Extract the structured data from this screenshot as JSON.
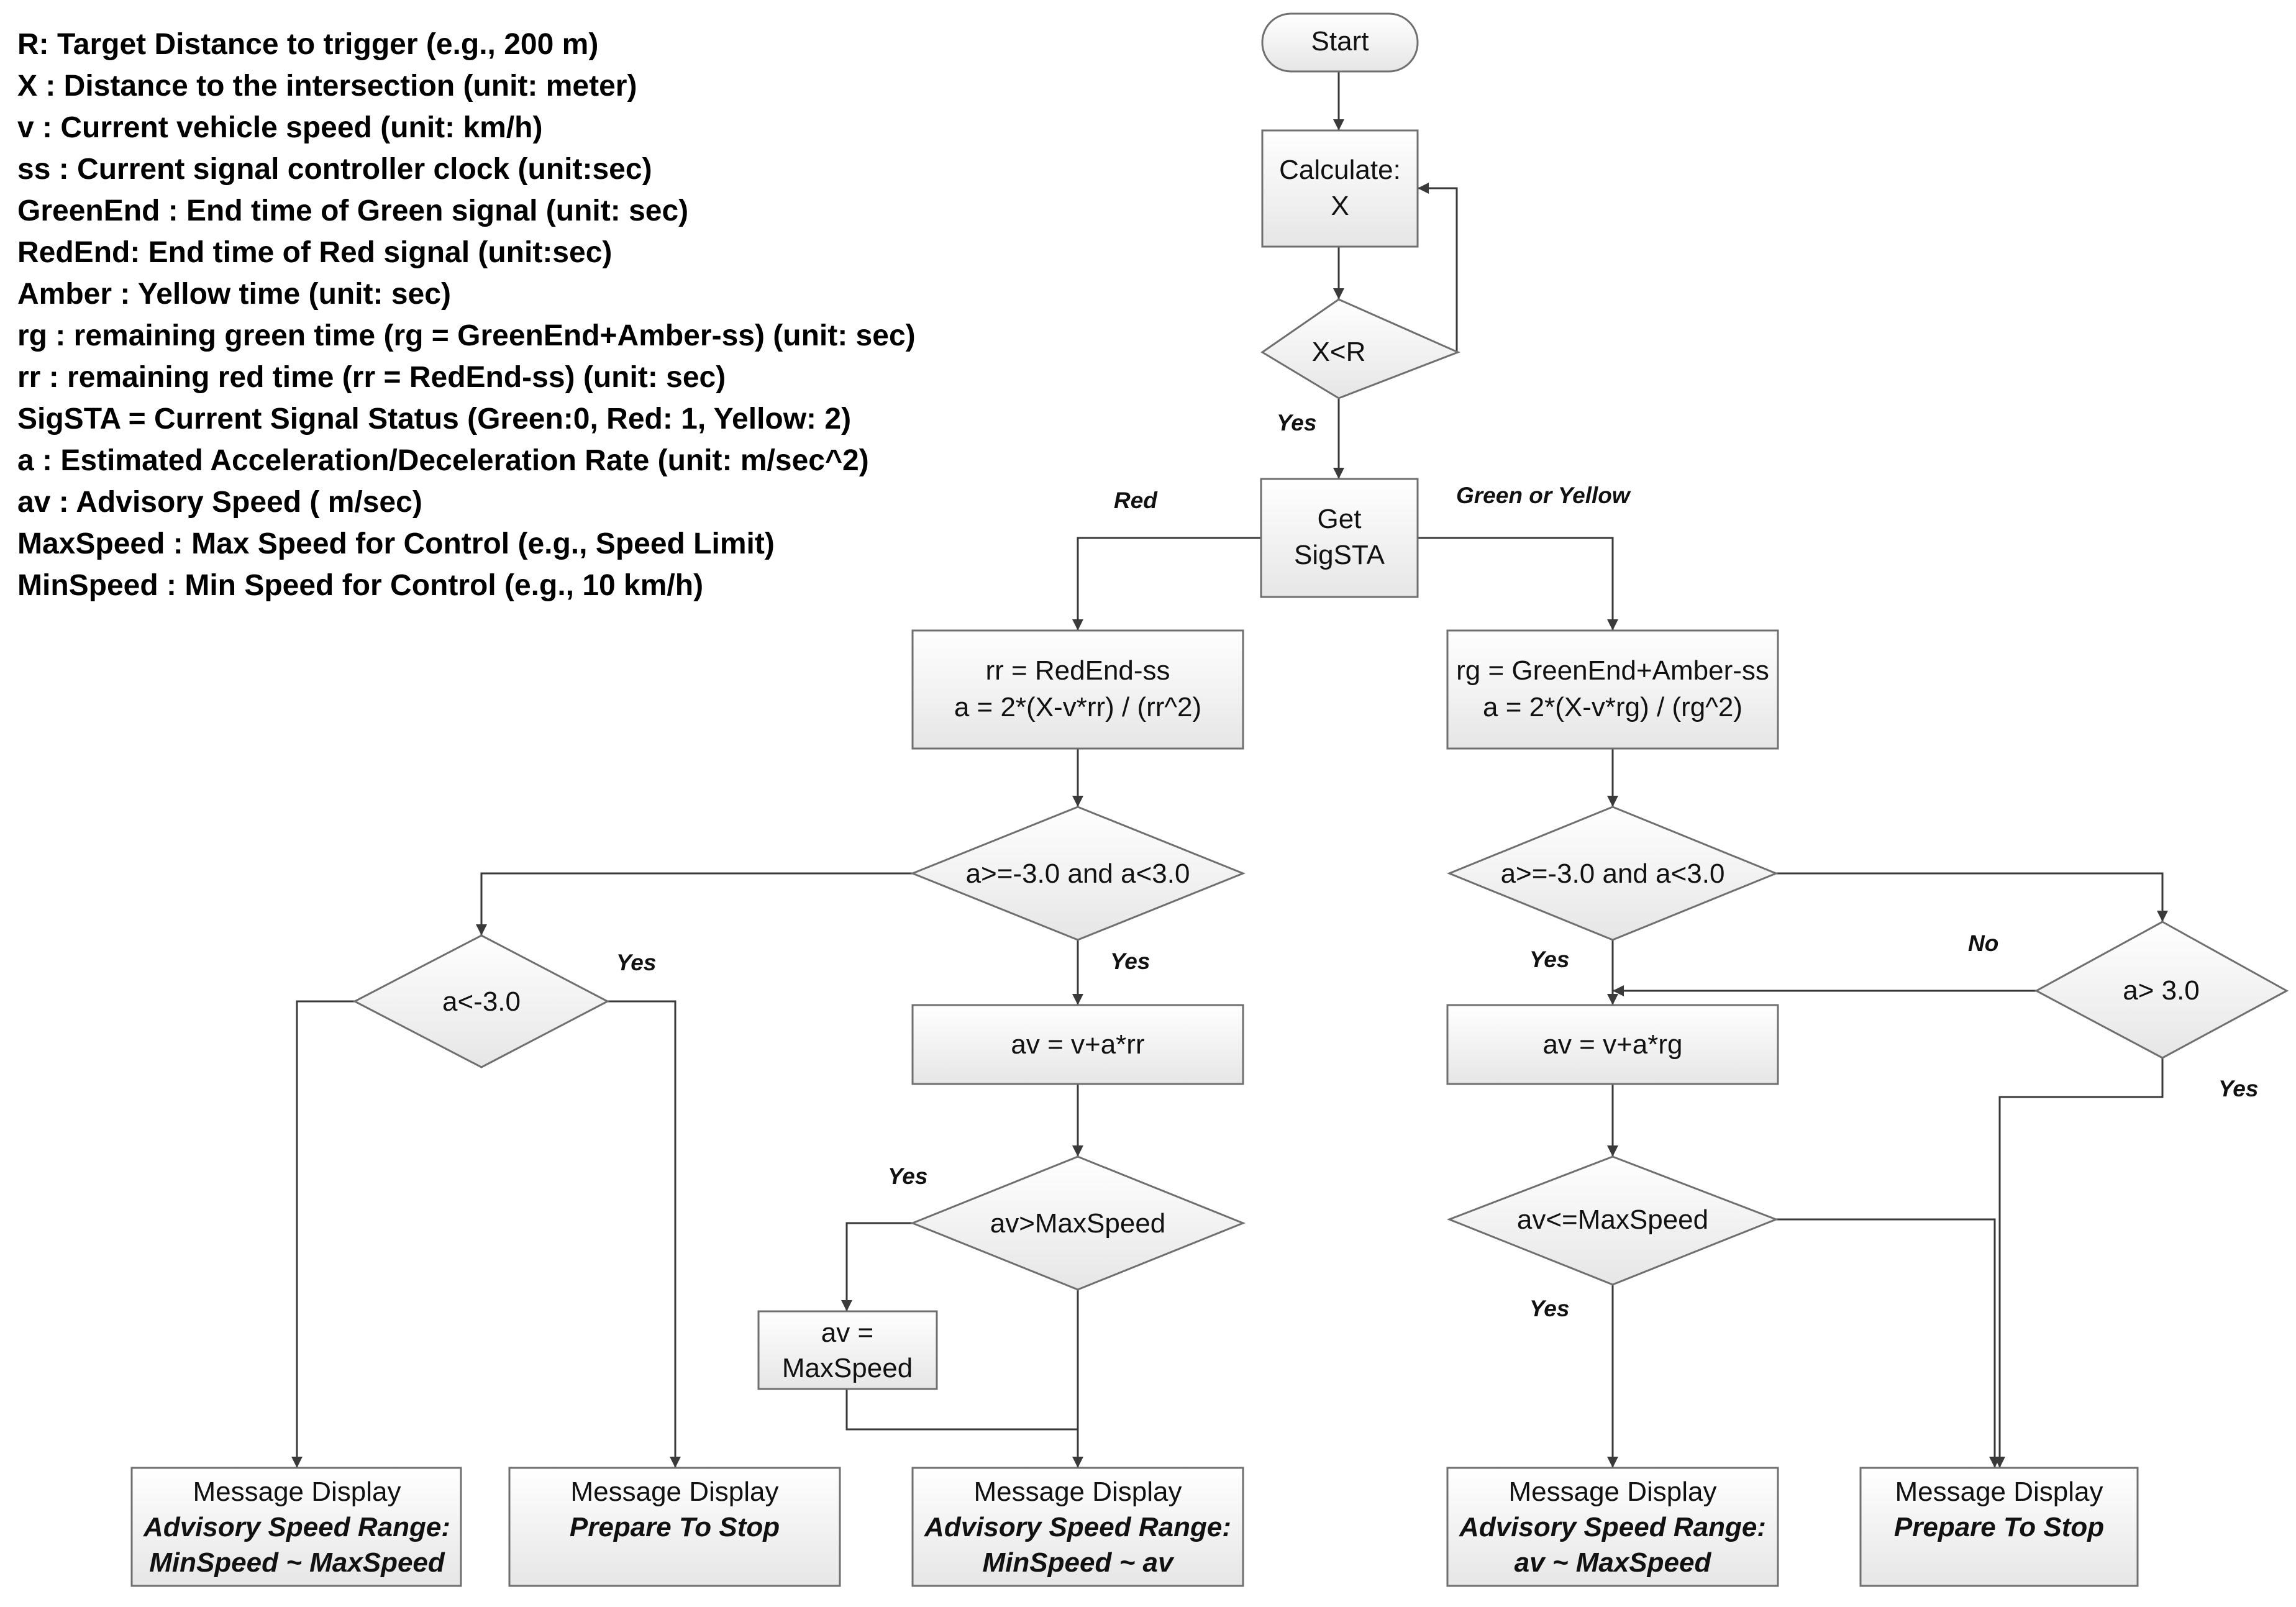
{
  "legend": [
    "R: Target Distance to trigger (e.g., 200 m)",
    "X : Distance to the intersection (unit: meter)",
    "v : Current vehicle speed (unit: km/h)",
    "ss : Current signal controller clock (unit:sec)",
    "GreenEnd : End time of Green signal (unit: sec)",
    "RedEnd: End time of Red signal (unit:sec)",
    "Amber : Yellow time (unit: sec)",
    "rg : remaining green time (rg = GreenEnd+Amber-ss) (unit: sec)",
    "rr : remaining red time (rr = RedEnd-ss) (unit: sec)",
    "SigSTA = Current Signal Status (Green:0, Red: 1, Yellow: 2)",
    "a : Estimated Acceleration/Deceleration Rate (unit: m/sec^2)",
    "av : Advisory Speed ( m/sec)",
    "MaxSpeed : Max Speed for Control (e.g., Speed Limit)",
    "MinSpeed : Min Speed for Control (e.g., 10 km/h)"
  ],
  "nodes": {
    "start": "Start",
    "calc_1": "Calculate:",
    "calc_2": "X",
    "cond_xr": "X<R",
    "get_1": "Get",
    "get_2": "SigSTA",
    "rr_1": "rr = RedEnd-ss",
    "rr_2": "a = 2*(X-v*rr) / (rr^2)",
    "rg_1": "rg = GreenEnd+Amber-ss",
    "rg_2": "a = 2*(X-v*rg) / (rg^2)",
    "red_cond": "a>=-3.0 and a<3.0",
    "green_cond": "a>=-3.0 and a<3.0",
    "cond_neg3": "a<-3.0",
    "cond_pos3": "a> 3.0",
    "av_rr": "av = v+a*rr",
    "av_rg": "av = v+a*rg",
    "cond_avmax": "av>MaxSpeed",
    "cond_avlemax": "av<=MaxSpeed",
    "set_1": "av =",
    "set_2": "MaxSpeed"
  },
  "messages": {
    "m1_title": "Message Display",
    "m1_l1": "Advisory Speed Range:",
    "m1_l2": "MinSpeed ~ MaxSpeed",
    "m2_title": "Message Display",
    "m2_l1": "Prepare To Stop",
    "m3_title": "Message Display",
    "m3_l1": "Advisory Speed Range:",
    "m3_l2": "MinSpeed ~ av",
    "m4_title": "Message Display",
    "m4_l1": "Advisory Speed Range:",
    "m4_l2": "av ~ MaxSpeed",
    "m5_title": "Message Display",
    "m5_l1": "Prepare To Stop"
  },
  "edge_labels": {
    "yes_xr": "Yes",
    "red": "Red",
    "green_yellow": "Green or Yellow",
    "yes_neg3": "Yes",
    "yes_red_cond": "Yes",
    "yes_avmax": "Yes",
    "yes_green_cond": "Yes",
    "no_green_cond": "No",
    "yes_pos3": "Yes",
    "yes_avlemax": "Yes"
  }
}
